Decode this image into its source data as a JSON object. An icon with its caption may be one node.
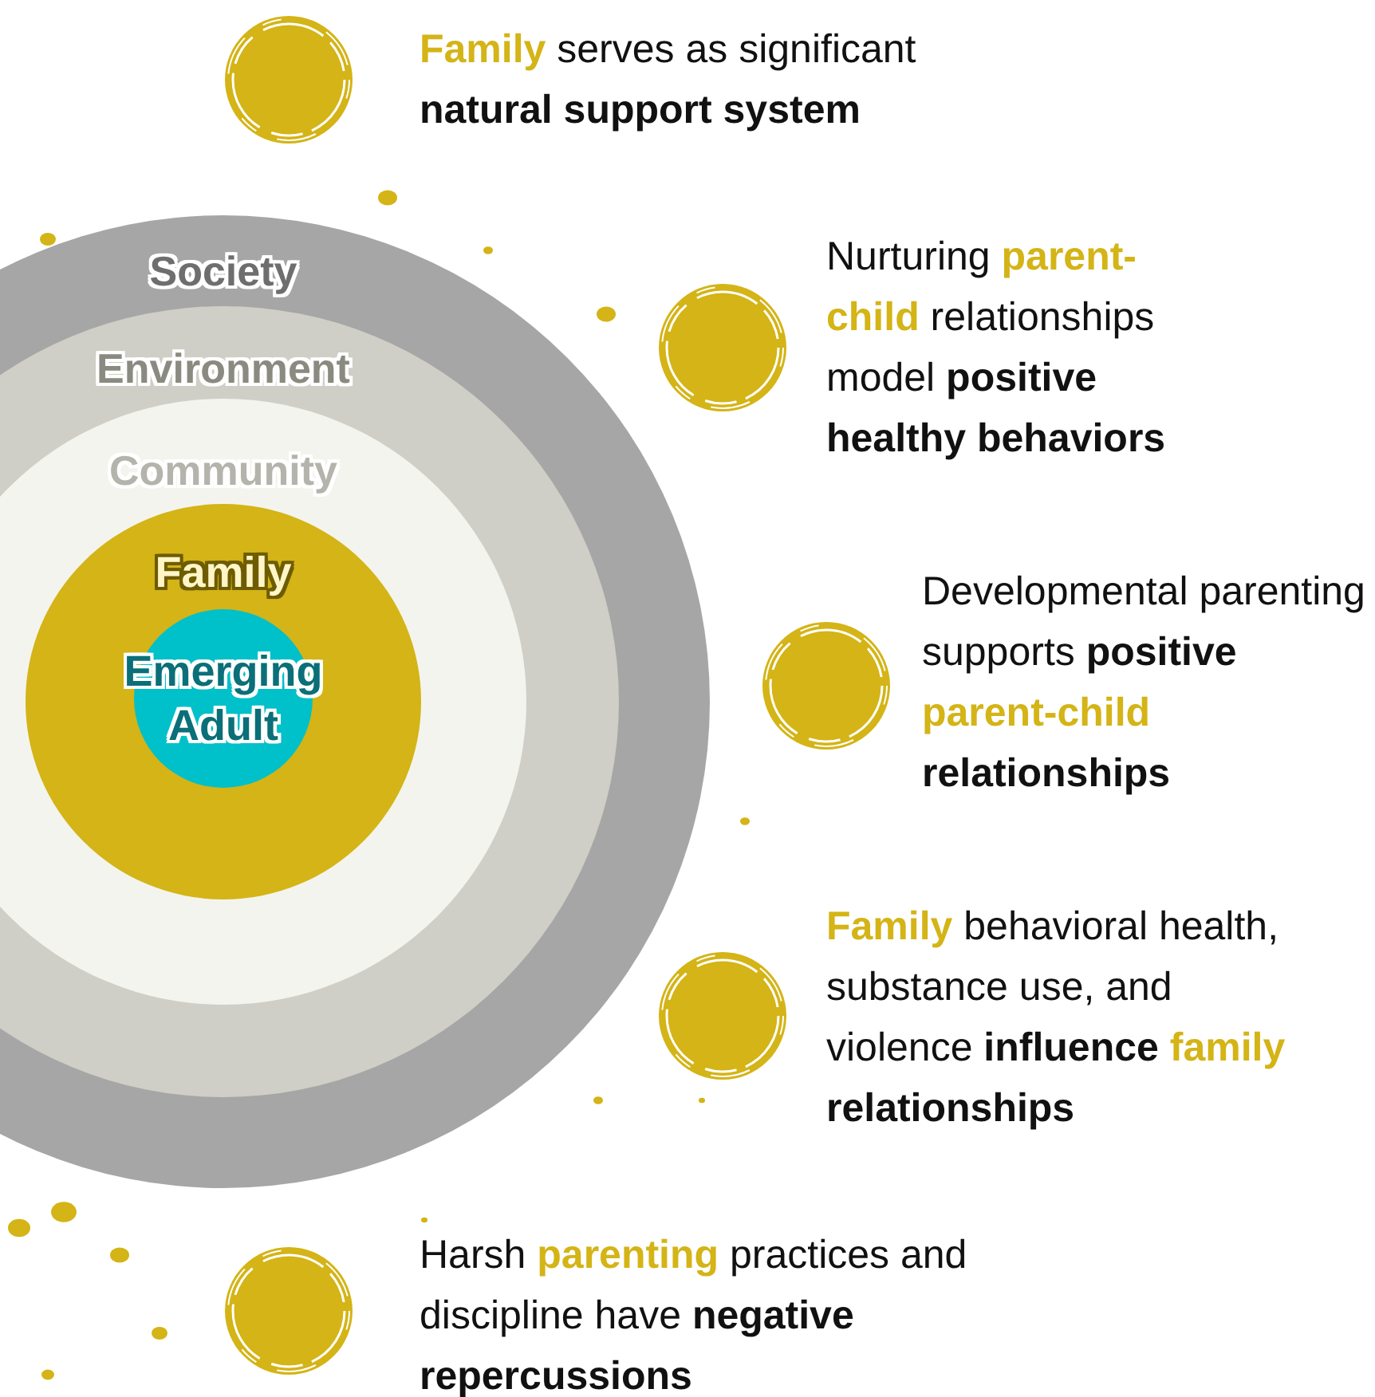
{
  "diagram": {
    "nodes": [
      {
        "text": [
          "Society"
        ]
      },
      {
        "text": [
          "Environment"
        ],
        "in": 0
      },
      {
        "text": [
          "Community"
        ],
        "in": 1
      },
      {
        "text": [
          "Family"
        ],
        "in": 2
      },
      {
        "text": [
          "Emerging Adult"
        ],
        "in": 3
      }
    ],
    "labels": [
      "*Family* serves as significant **natural support system**",
      "Nurturing *parent-child* relationships model **positive healthy behaviors**",
      "Developmental parenting supports **positive** *parent-child* **relationships**",
      "*Family* behavioral health, substance use, and violence **influence** *family* **relationships**",
      "Harsh *parenting* practices and discipline have **negative repercussions**"
    ]
  }
}
